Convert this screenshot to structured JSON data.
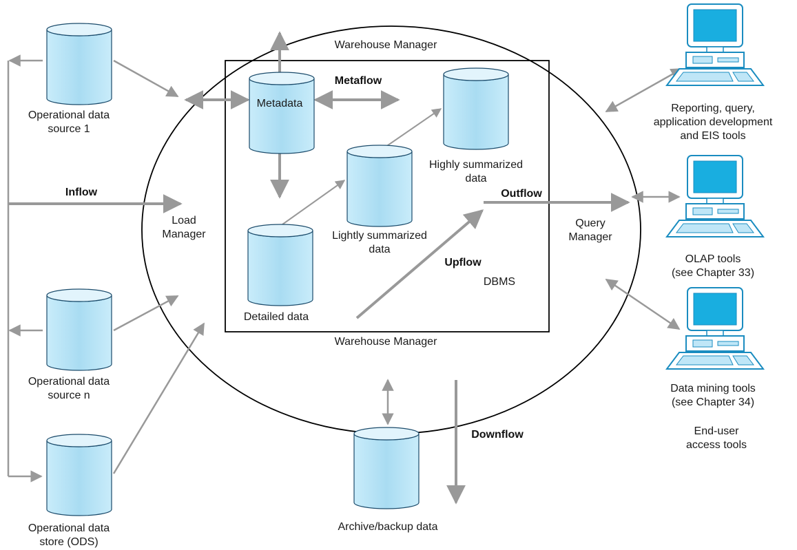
{
  "labels": {
    "warehouse_manager_top": "Warehouse Manager",
    "warehouse_manager_bottom": "Warehouse Manager",
    "load_manager": "Load\nManager",
    "query_manager": "Query\nManager",
    "dbms": "DBMS",
    "end_user_tools": "End-user\naccess tools"
  },
  "flows": {
    "inflow": "Inflow",
    "outflow": "Outflow",
    "upflow": "Upflow",
    "downflow": "Downflow",
    "metaflow": "Metaflow"
  },
  "sources": {
    "source1": "Operational data\nsource 1",
    "source_n": "Operational data\nsource n",
    "ods": "Operational data\nstore (ODS)"
  },
  "stores": {
    "metadata": "Metadata",
    "detailed": "Detailed data",
    "lightly": "Lightly summarized\ndata",
    "highly": "Highly summarized\ndata",
    "archive": "Archive/backup data"
  },
  "tools": {
    "reporting": "Reporting, query,\napplication development\nand EIS tools",
    "olap": "OLAP tools\n(see Chapter 33)",
    "mining": "Data mining tools\n(see Chapter 34)"
  },
  "colors": {
    "cylinder_fill": "#bfe6f7",
    "cylinder_top": "#e2f4fc",
    "cylinder_stroke": "#1a4a6a",
    "arrow": "#999999",
    "screen": "#1aaee0",
    "line": "#000000"
  }
}
